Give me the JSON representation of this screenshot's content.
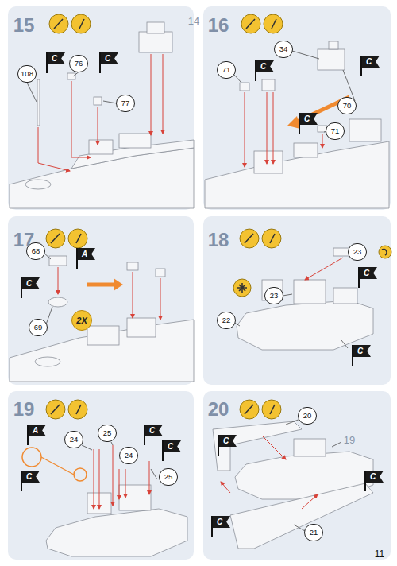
{
  "diagram": {
    "labels": [
      "15",
      "108",
      "C",
      "76",
      "C",
      "77",
      "14",
      "16",
      "71",
      "C",
      "34",
      "C",
      "70",
      "C",
      "71",
      "17",
      "68",
      "A",
      "C",
      "69",
      "2X",
      "18",
      "23",
      "C",
      "23",
      "22",
      "C",
      "19",
      "A",
      "24",
      "25",
      "C",
      "C",
      "24",
      "C",
      "25",
      "20",
      "20",
      "C",
      "19",
      "C",
      "C",
      "21",
      "11"
    ]
  }
}
